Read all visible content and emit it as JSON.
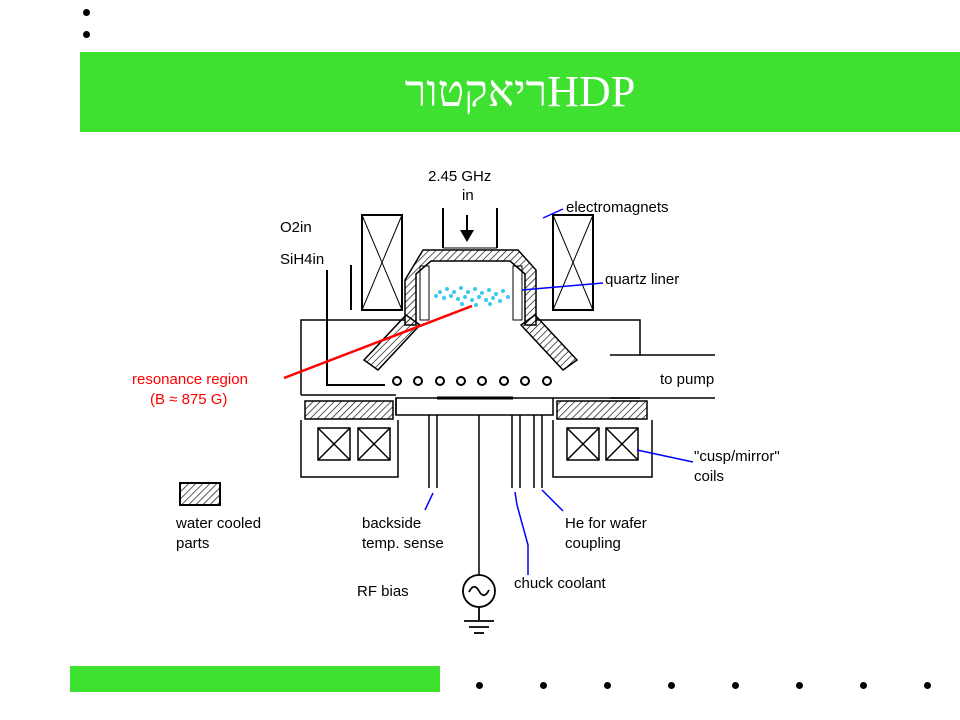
{
  "slide": {
    "title": "ריאקטורHDP",
    "accent_color": "#3ee12f"
  },
  "diagram": {
    "labels": {
      "microwave": "2.45 GHz",
      "microwave_in": "in",
      "electromagnets": "electromagnets",
      "o2_in": "O2in",
      "sih4_in": "SiH4in",
      "quartz_liner": "quartz liner",
      "to_pump": "to pump",
      "resonance_region": "resonance region",
      "resonance_field": "(B ≈ 875 G)",
      "cusp_coils": "\"cusp/mirror\"",
      "cusp_coils_2": "coils",
      "water_cooled": "water cooled",
      "water_cooled_2": "parts",
      "backside": "backside",
      "temp_sense": "temp. sense",
      "he_wafer": "He for wafer",
      "coupling": "coupling",
      "chuck_coolant": "chuck coolant",
      "rf_bias": "RF bias"
    },
    "colors": {
      "pointer_red": "#ff0000",
      "pointer_blue": "#0000ff",
      "plasma": "#3fc8f0"
    }
  }
}
